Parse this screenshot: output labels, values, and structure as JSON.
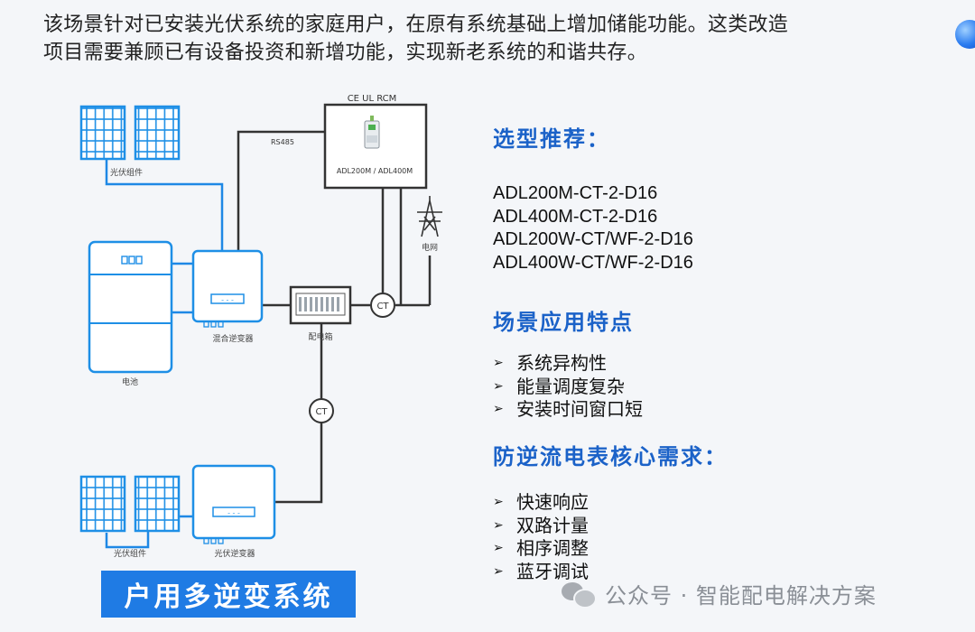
{
  "intro": {
    "line1": "该场景针对已安装光伏系统的家庭用户，在原有系统基础上增加储能功能。这类改造",
    "line2": "项目需要兼顾已有设备投资和新增功能，实现新老系统的和谐共存。"
  },
  "diagram": {
    "cert_label": "CE  UL  RCM",
    "meter_model": "ADL200M / ADL400M",
    "rs485": "RS485",
    "pv_top_label": "光伏组件",
    "battery_label": "电池",
    "hybrid_inverter_label": "混合逆变器",
    "distribution_box_label": "配电箱",
    "grid_label": "电网",
    "ct_label": "CT",
    "pv_bottom_label": "光伏组件",
    "pv_inverter_label": "光伏逆变器"
  },
  "selection": {
    "heading": "选型推荐：",
    "models": [
      "ADL200M-CT-2-D16",
      "ADL400M-CT-2-D16",
      "ADL200W-CT/WF-2-D16",
      "ADL400W-CT/WF-2-D16"
    ]
  },
  "features": {
    "heading": "场景应用特点",
    "items": [
      "系统异构性",
      "能量调度复杂",
      "安装时间窗口短"
    ]
  },
  "requirements": {
    "heading": "防逆流电表核心需求：",
    "items": [
      "快速响应",
      "双路计量",
      "相序调整",
      "蓝牙调试"
    ]
  },
  "banner": "户用多逆变系统",
  "watermark": "公众号 · 智能配电解决方案",
  "colors": {
    "accent": "#1b62c8",
    "pv_blue": "#1e8fe6",
    "wire_blue": "#1e88e5",
    "wire_dark": "#333333",
    "banner": "#1f7be4"
  }
}
